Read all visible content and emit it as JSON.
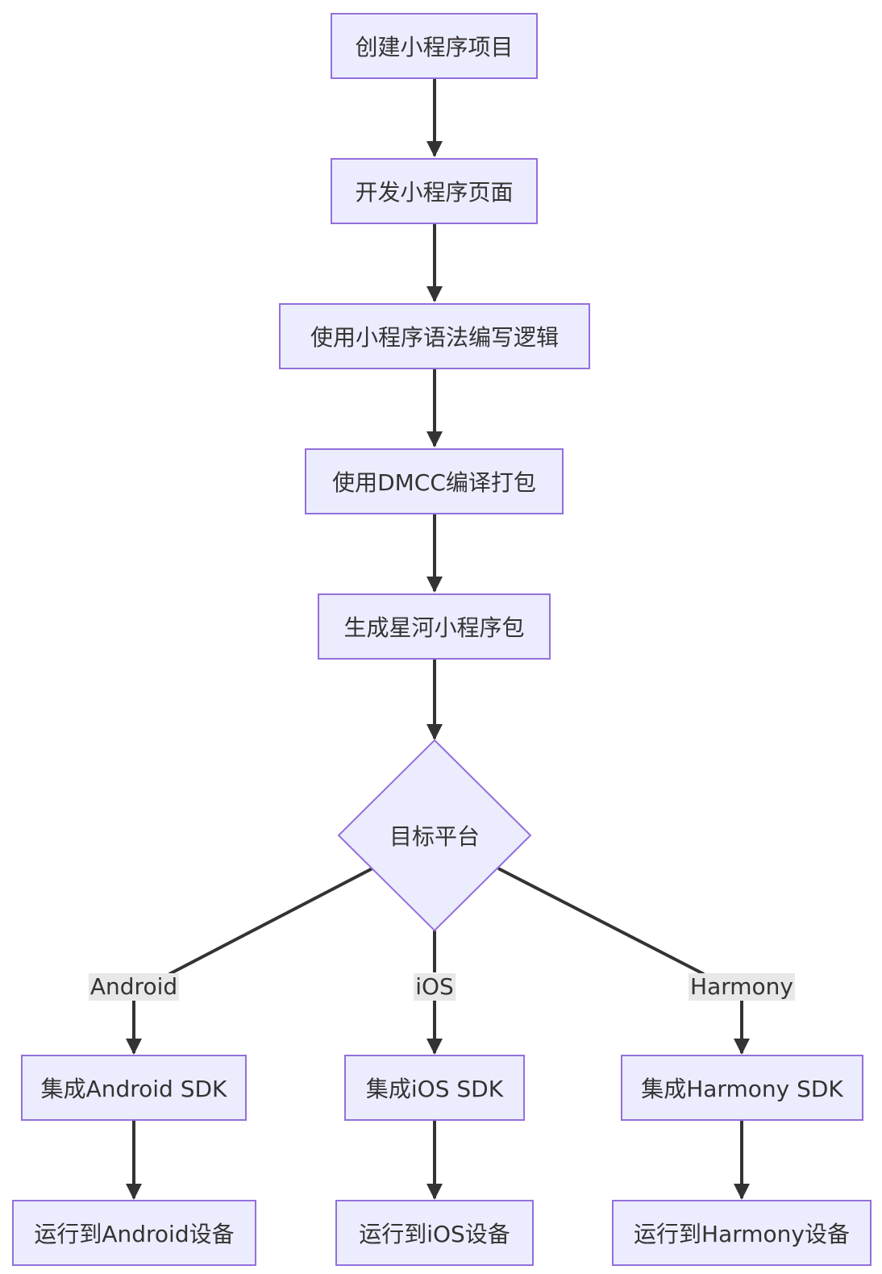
{
  "diagram": {
    "type": "flowchart",
    "colors": {
      "node_fill": "#ECECFF",
      "node_stroke": "#9370DB",
      "edge": "#333333",
      "text": "#333333",
      "edge_label_bg": "#e8e8e8"
    },
    "nodes": {
      "n1": "创建小程序项目",
      "n2": "开发小程序页面",
      "n3": "使用小程序语法编写逻辑",
      "n4": "使用DMCC编译打包",
      "n5": "生成星河小程序包",
      "d1": "目标平台",
      "a1": "集成Android SDK",
      "a2": "运行到Android设备",
      "i1": "集成iOS SDK",
      "i2": "运行到iOS设备",
      "h1": "集成Harmony SDK",
      "h2": "运行到Harmony设备"
    },
    "edge_labels": {
      "android": "Android",
      "ios": "iOS",
      "harmony": "Harmony"
    },
    "edges": [
      {
        "from": "n1",
        "to": "n2"
      },
      {
        "from": "n2",
        "to": "n3"
      },
      {
        "from": "n3",
        "to": "n4"
      },
      {
        "from": "n4",
        "to": "n5"
      },
      {
        "from": "n5",
        "to": "d1"
      },
      {
        "from": "d1",
        "to": "a1",
        "label": "Android"
      },
      {
        "from": "d1",
        "to": "i1",
        "label": "iOS"
      },
      {
        "from": "d1",
        "to": "h1",
        "label": "Harmony"
      },
      {
        "from": "a1",
        "to": "a2"
      },
      {
        "from": "i1",
        "to": "i2"
      },
      {
        "from": "h1",
        "to": "h2"
      }
    ]
  }
}
